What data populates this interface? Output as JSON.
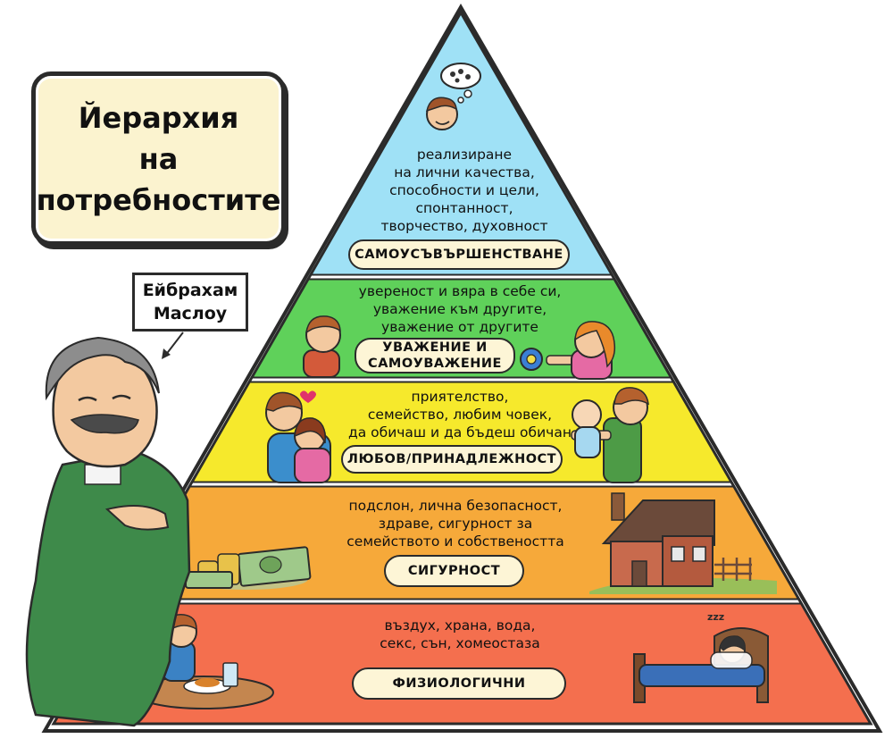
{
  "title": {
    "line1": "Йерархия",
    "line2": "на",
    "line3": "потребностите"
  },
  "author": {
    "line1": "Ейбрахам",
    "line2": "Маслоу"
  },
  "levels": [
    {
      "name": "САМОУСЪВЪРШЕНСТВАНЕ",
      "color": "#9fe1f6",
      "lines": [
        "реализиране",
        "на лични качества,",
        "способности и цели,",
        "спонтанност,",
        "творчество, духовност"
      ]
    },
    {
      "name1": "УВАЖЕНИЕ И",
      "name2": "САМОУВАЖЕНИЕ",
      "color": "#5fd15a",
      "lines": [
        "увереност и вяра в себе си,",
        "уважение към другите,",
        "уважение от другите"
      ]
    },
    {
      "name": "ЛЮБОВ/ПРИНАДЛЕЖНОСТ",
      "color": "#f6e92c",
      "lines": [
        "приятелство,",
        "семейство, любим човек,",
        "да обичаш и да бъдеш обичан"
      ]
    },
    {
      "name": "СИГУРНОСТ",
      "color": "#f6a93a",
      "lines": [
        "подслон, лична безопасност,",
        "здраве, сигурност за",
        "семейството и собствеността"
      ]
    },
    {
      "name": "ФИЗИОЛОГИЧНИ",
      "color": "#f46f4e",
      "lines": [
        "въздух, храна, вода,",
        "секс, сън, хомеостаза"
      ]
    }
  ],
  "sleep_sound": "zzz"
}
